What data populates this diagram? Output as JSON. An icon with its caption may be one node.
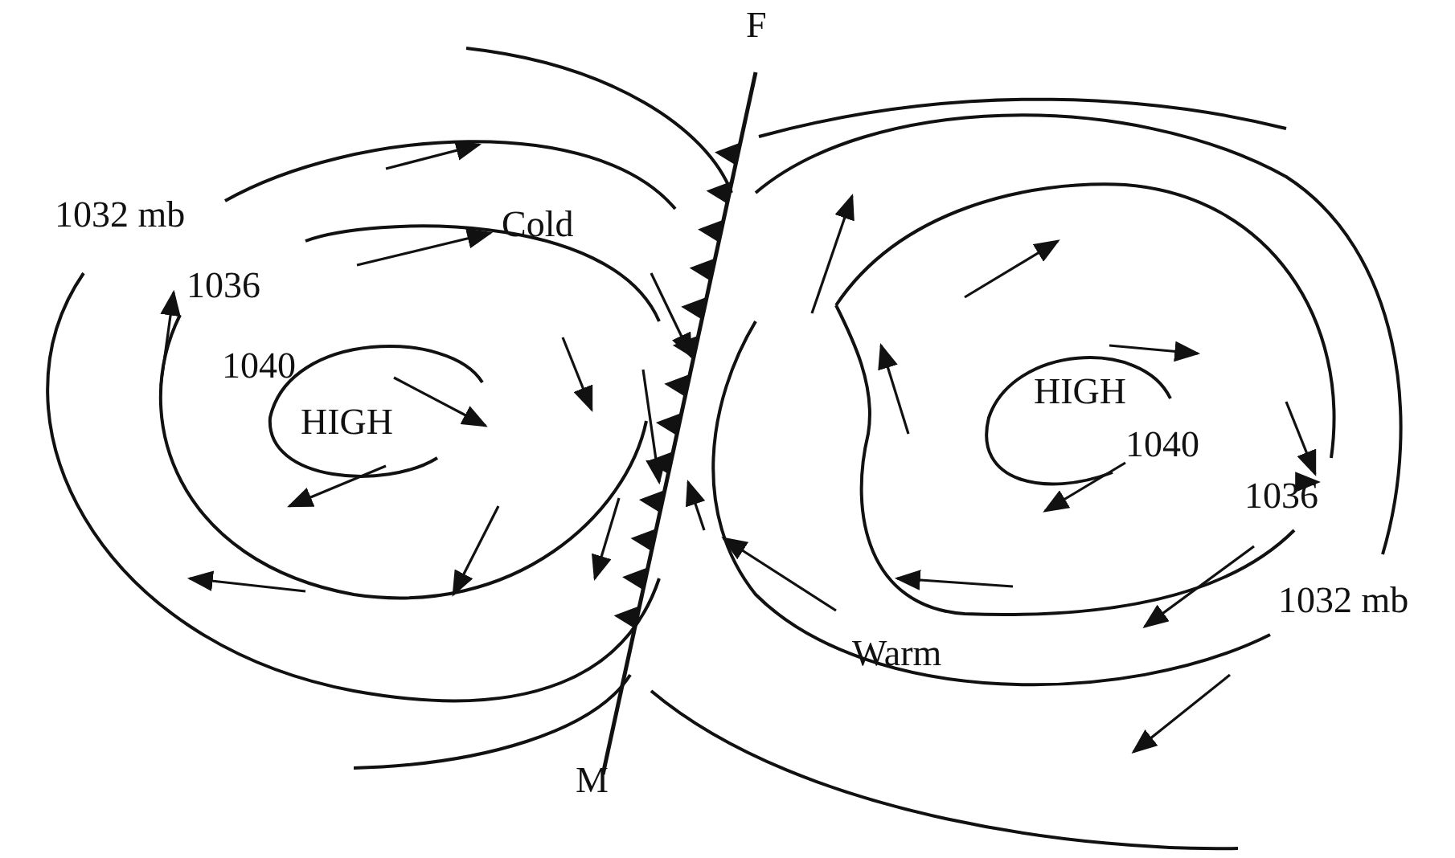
{
  "diagram": {
    "labels": [
      "F",
      "1032 mb",
      "Cold",
      "1036",
      "1040",
      "HIGH",
      "HIGH",
      "1040",
      "1036",
      "1032 mb",
      "Warm",
      "M"
    ]
  }
}
